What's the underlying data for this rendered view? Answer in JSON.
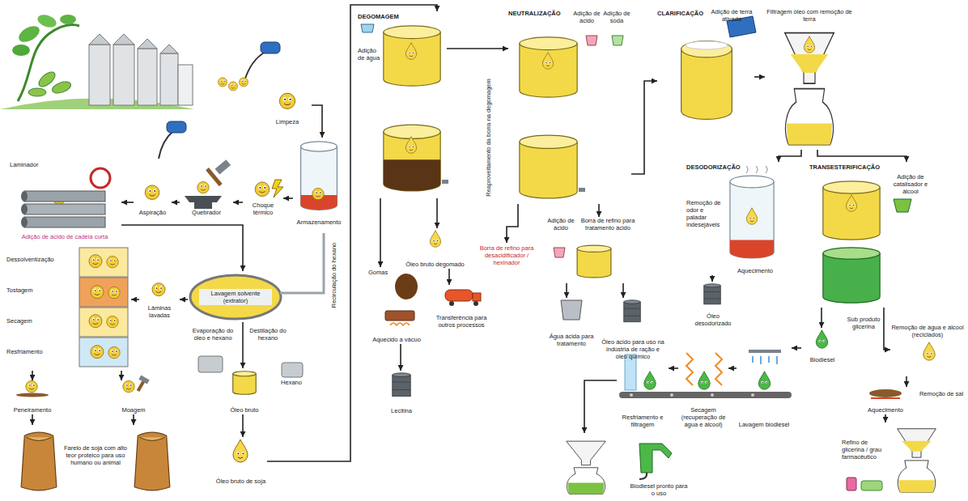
{
  "diagram": {
    "nodes": [
      {
        "text": [
          "Limpeza"
        ]
      },
      {
        "text": [
          "Armazenamento"
        ]
      },
      {
        "text": [
          "Choque térmico"
        ]
      },
      {
        "text": [
          "Quebrador"
        ]
      },
      {
        "text": [
          "Aspiração"
        ]
      },
      {
        "text": [
          "Laminador"
        ]
      },
      {
        "text": [
          "Lavagem solvente (extrator)"
        ]
      },
      {
        "text": [
          "Lâminas lavadas"
        ]
      },
      {
        "text": [
          "Dessolventização",
          "Tostagem",
          "Secagem",
          "Resfriamento"
        ]
      },
      {
        "text": [
          "Peneiramento"
        ]
      },
      {
        "text": [
          "Moagem"
        ]
      },
      {
        "text": [
          "Farelo de soja com alto teor proteico para uso humano ou animal"
        ]
      },
      {
        "text": [
          "Óleo bruto"
        ]
      },
      {
        "text": [
          "Óleo bruto de soja"
        ]
      },
      {
        "text": [
          "DEGOMAGEM",
          "Adição de água"
        ]
      },
      {
        "text": [
          "Gomas",
          "Aquecido a vácuo"
        ]
      },
      {
        "text": [
          "Óleo bruto degomado"
        ]
      },
      {
        "text": [
          "Transferência para outros processos"
        ]
      },
      {
        "text": [
          "Lecitina"
        ]
      },
      {
        "text": [
          "NEUTRALIZAÇÃO",
          "Adição de ácido",
          "Adição de soda"
        ]
      },
      {
        "text": [
          "Borra de refino para desacidificador / hexinador"
        ]
      },
      {
        "text": [
          "Adição de ácido",
          "Borra de refino para tratamento ácido"
        ]
      },
      {
        "text": [
          "Água ácida para tratamento"
        ]
      },
      {
        "text": [
          "Óleo ácido para uso na indústria de ração e óleo químico"
        ]
      },
      {
        "text": [
          "CLARIFICAÇÃO",
          "Adição de terra ativada"
        ]
      },
      {
        "text": [
          "Filtragem óleo com remoção de terra"
        ]
      },
      {
        "text": [
          "DESODORIZAÇÃO",
          "Remoção de odor e paladar indesejáveis",
          "Aquecimento"
        ]
      },
      {
        "text": [
          "Óleo desodorizado"
        ]
      },
      {
        "text": [
          "TRANSESTERIFICAÇÃO",
          "Adição de catalisador e álcool"
        ]
      },
      {
        "text": [
          "Biodiesel"
        ]
      },
      {
        "text": [
          "Remoção de água e álcool (reciclados)"
        ]
      },
      {
        "text": [
          "Aquecimento"
        ]
      },
      {
        "text": [
          "Refino de glicerina / grau farmacêutico"
        ]
      },
      {
        "text": [
          "Lavagem biodiesel"
        ]
      },
      {
        "text": [
          "Secagem (recuperação de água e álcool)"
        ]
      },
      {
        "text": [
          "Resfriamento e filtragem"
        ]
      },
      {
        "text": [
          "Biodiesel pronto para o uso"
        ]
      }
    ],
    "edges": [
      {
        "from": 0,
        "to": 1,
        "arrow": "to"
      },
      {
        "from": 1,
        "to": 2,
        "arrow": "to"
      },
      {
        "from": 2,
        "to": 3,
        "arrow": "to"
      },
      {
        "from": 3,
        "to": 4,
        "arrow": "to"
      },
      {
        "from": 4,
        "to": 5,
        "arrow": "to"
      },
      {
        "from": 5,
        "to": 6,
        "arrow": "to"
      },
      {
        "from": 6,
        "to": 7,
        "arrow": "to"
      },
      {
        "from": 7,
        "to": 8,
        "arrow": "to"
      },
      {
        "from": 8,
        "to": 9,
        "arrow": "to"
      },
      {
        "from": 8,
        "to": 10,
        "arrow": "to"
      },
      {
        "from": 9,
        "to": 11,
        "arrow": "to"
      },
      {
        "from": 10,
        "to": 11,
        "arrow": "to"
      },
      {
        "from": 6,
        "to": 12,
        "arrow": "to"
      },
      {
        "from": 12,
        "to": 13,
        "arrow": "to"
      },
      {
        "from": 13,
        "to": 14,
        "arrow": "to"
      },
      {
        "from": 14,
        "to": 15,
        "arrow": "to"
      },
      {
        "from": 14,
        "to": 16,
        "arrow": "to"
      },
      {
        "from": 16,
        "to": 17,
        "arrow": "to"
      },
      {
        "from": 15,
        "to": 18,
        "arrow": "to"
      },
      {
        "from": 14,
        "to": 19,
        "arrow": "to"
      },
      {
        "from": 19,
        "to": 20,
        "arrow": "to"
      },
      {
        "from": 19,
        "to": 21,
        "arrow": "to"
      },
      {
        "from": 21,
        "to": 22,
        "arrow": "to"
      },
      {
        "from": 21,
        "to": 23,
        "arrow": "to"
      },
      {
        "from": 19,
        "to": 24,
        "arrow": "to"
      },
      {
        "from": 24,
        "to": 25,
        "arrow": "to"
      },
      {
        "from": 25,
        "to": 26,
        "arrow": "to"
      },
      {
        "from": 25,
        "to": 28,
        "arrow": "to"
      },
      {
        "from": 26,
        "to": 27,
        "arrow": "to"
      },
      {
        "from": 28,
        "to": 29,
        "arrow": "to"
      },
      {
        "from": 28,
        "to": 30,
        "label": "Sub produto glicerina",
        "arrow": "to"
      },
      {
        "from": 30,
        "to": 31,
        "arrow": "to"
      },
      {
        "from": 31,
        "to": 32,
        "arrow": "to"
      },
      {
        "from": 29,
        "to": 33,
        "arrow": "to"
      },
      {
        "from": 33,
        "to": 34,
        "arrow": "to"
      },
      {
        "from": 34,
        "to": 35,
        "arrow": "to"
      },
      {
        "from": 35,
        "to": 36,
        "arrow": "to"
      }
    ],
    "labels": [
      "Adição de ácido de cadeia curta",
      "Evaporação do óleo e hexano",
      "Destilação do hexano",
      "Hexano",
      "Recirculação do hexano",
      "Reaproveitamento da borra na degomagem",
      "Remoção de sal"
    ]
  }
}
